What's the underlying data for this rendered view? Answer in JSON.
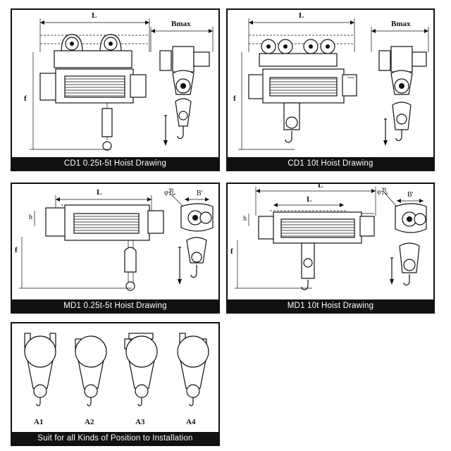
{
  "panels": {
    "cd1_small": {
      "caption": "CD1    0.25t-5t Hoist Drawing",
      "dim_length": "L",
      "dim_width": "Bmax",
      "dim_height": "f"
    },
    "cd1_large": {
      "caption": "CD1    10t Hoist Drawing",
      "dim_length": "L",
      "dim_width": "Bmax",
      "dim_height": "f"
    },
    "md1_small": {
      "caption": "MD1    0.25t-5t Hoist Drawing",
      "dim_length": "L",
      "dim_hole": "φ孔",
      "dim_width": "B'",
      "dim_height": "f",
      "dim_h": "h"
    },
    "md1_large": {
      "caption": "MD1    10t Hoist Drawing",
      "dim_length_outer": "L",
      "dim_length": "L",
      "dim_hole": "φ孔",
      "dim_width": "B'",
      "dim_height": "f",
      "dim_h": "h"
    },
    "positions": {
      "caption": "Suit for all Kinds of Position to Installation",
      "labels": [
        "A1",
        "A2",
        "A3",
        "A4"
      ]
    }
  }
}
